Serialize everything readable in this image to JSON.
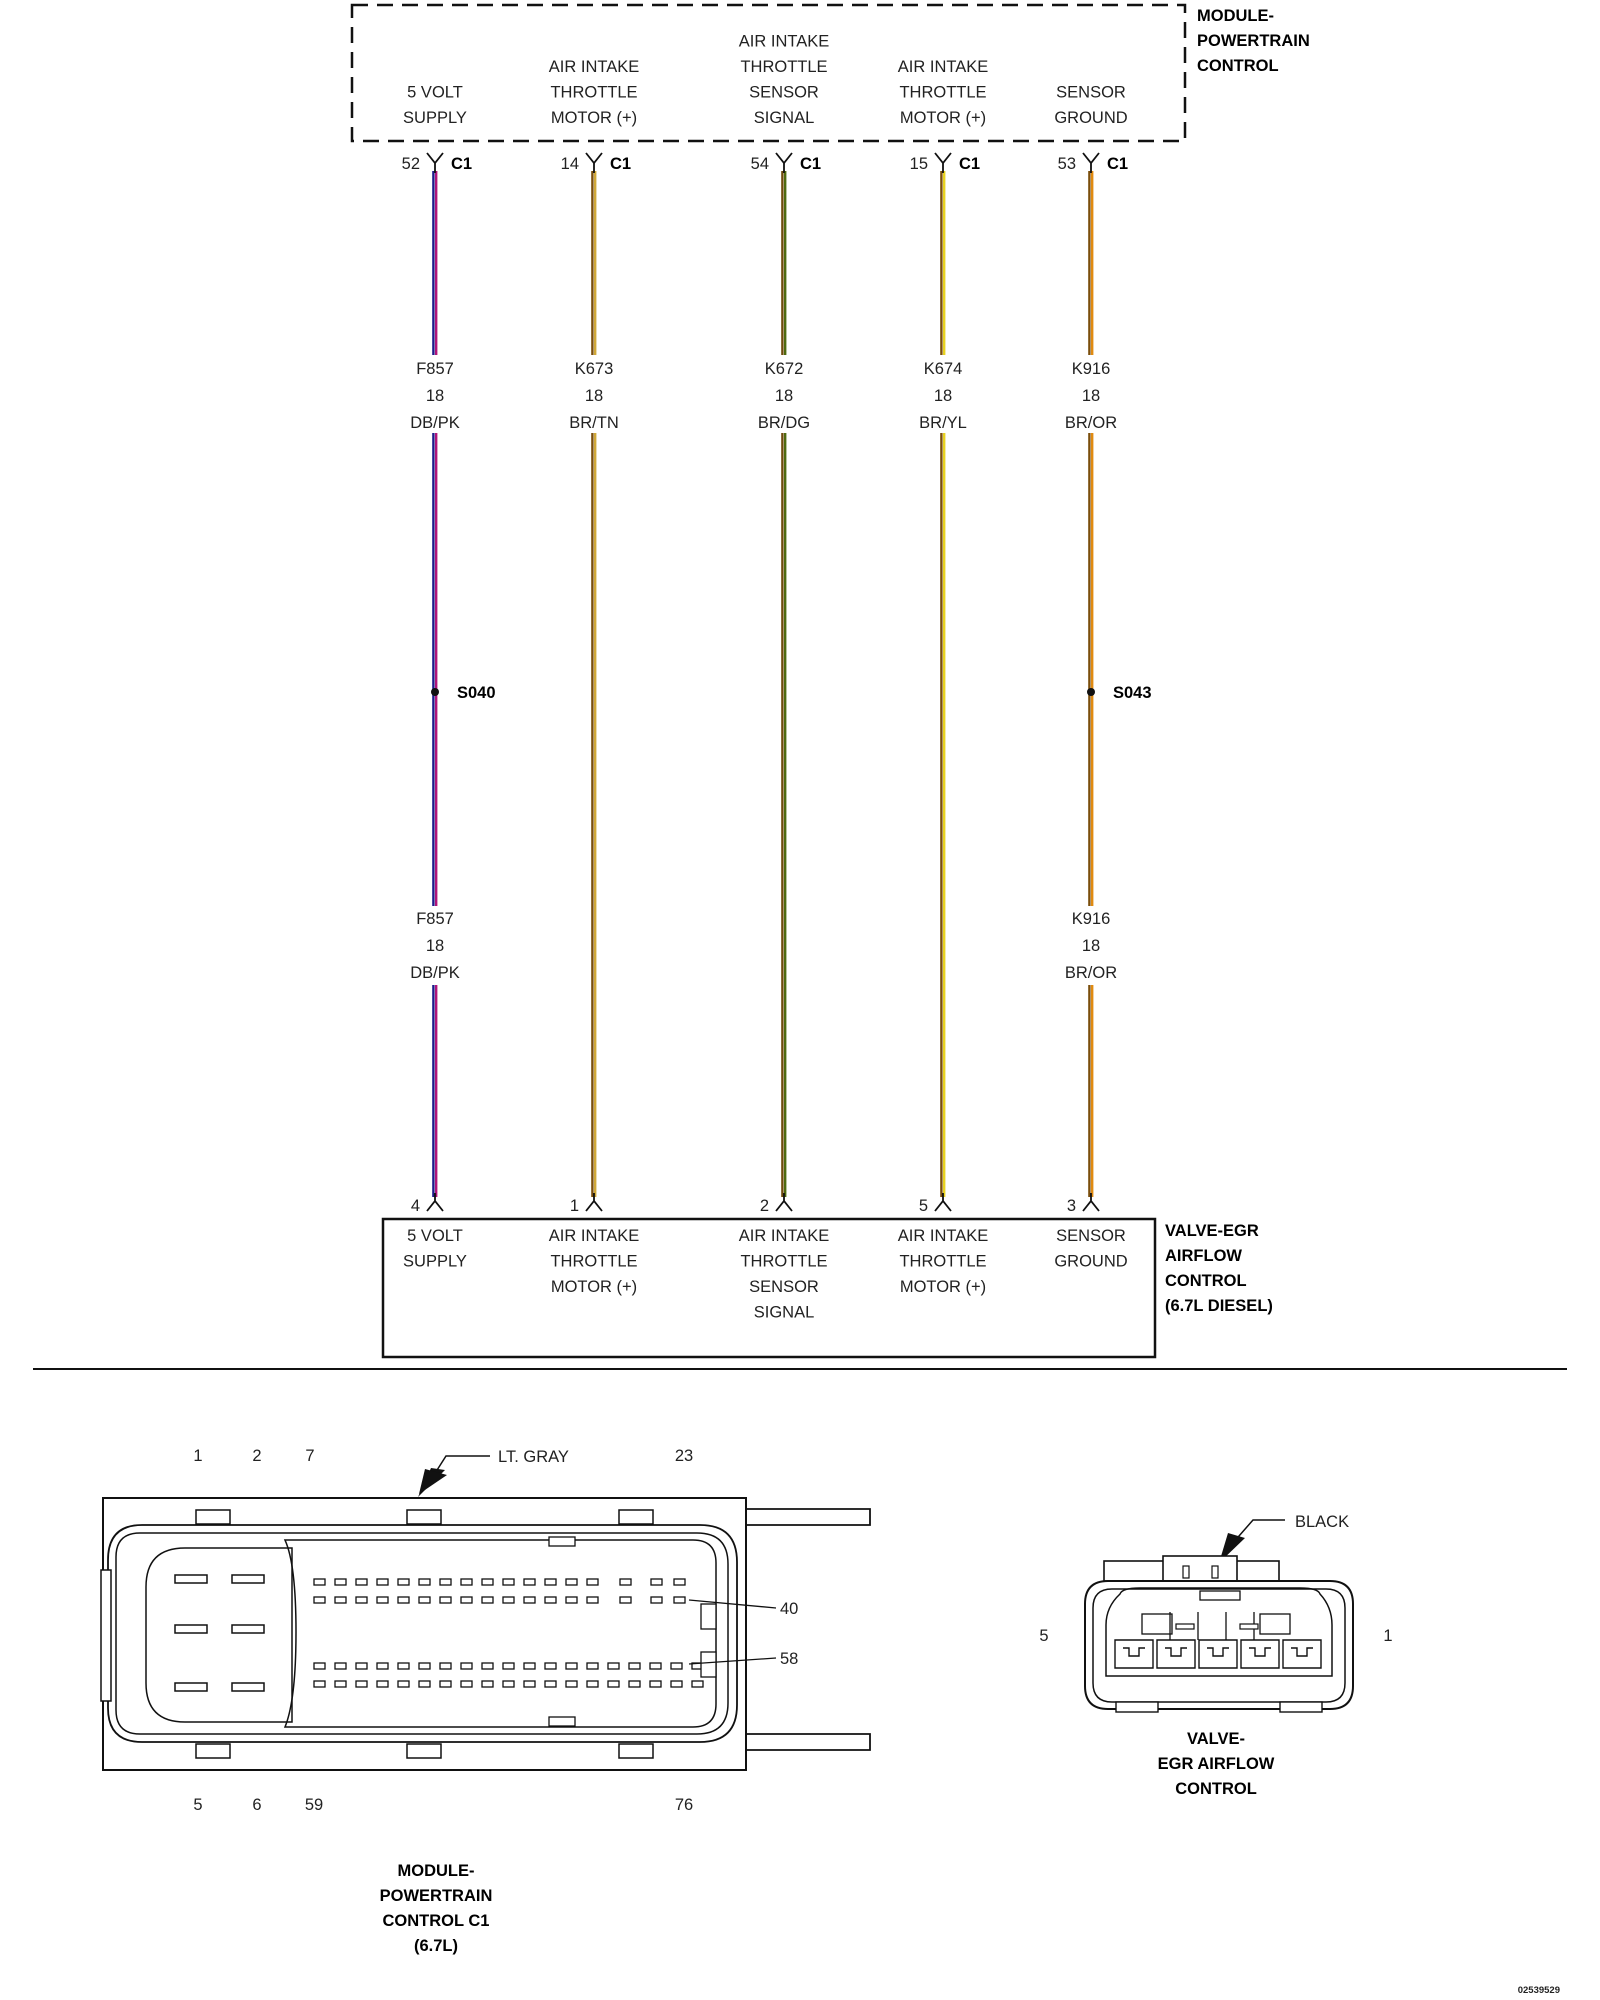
{
  "top_module": {
    "label_lines": [
      "MODULE-",
      "POWERTRAIN",
      "CONTROL"
    ],
    "connector_id": "C1"
  },
  "bottom_module": {
    "label_lines": [
      "VALVE-EGR",
      "AIRFLOW",
      "CONTROL",
      "(6.7L DIESEL)"
    ]
  },
  "circuits": [
    {
      "function_lines": [
        "5 VOLT",
        "SUPPLY"
      ],
      "pcm_pin": "52",
      "upper_wire": [
        "F857",
        "18",
        "DB/PK"
      ],
      "splice": "S040",
      "lower_wire": [
        "F857",
        "18",
        "DB/PK"
      ],
      "valve_pin": "4",
      "stripe_colors": [
        "#1d1b8a",
        "#b0147a"
      ]
    },
    {
      "function_lines": [
        "AIR INTAKE",
        "THROTTLE",
        "MOTOR (+)"
      ],
      "pcm_pin": "14",
      "upper_wire": [
        "K673",
        "18",
        "BR/TN"
      ],
      "splice": "",
      "lower_wire": [],
      "valve_pin": "1",
      "stripe_colors": [
        "#7a4e0c",
        "#d0a838"
      ]
    },
    {
      "function_lines": [
        "AIR INTAKE",
        "THROTTLE",
        "SENSOR",
        "SIGNAL"
      ],
      "pcm_pin": "54",
      "upper_wire": [
        "K672",
        "18",
        "BR/DG"
      ],
      "splice": "",
      "lower_wire": [],
      "valve_pin": "2",
      "stripe_colors": [
        "#6e4a0c",
        "#4f6a10"
      ]
    },
    {
      "function_lines": [
        "AIR INTAKE",
        "THROTTLE",
        "MOTOR (+)"
      ],
      "pcm_pin": "15",
      "upper_wire": [
        "K674",
        "18",
        "BR/YL"
      ],
      "splice": "",
      "lower_wire": [],
      "valve_pin": "5",
      "stripe_colors": [
        "#7a4e0c",
        "#e8d220"
      ]
    },
    {
      "function_lines": [
        "SENSOR",
        "GROUND"
      ],
      "pcm_pin": "53",
      "upper_wire": [
        "K916",
        "18",
        "BR/OR"
      ],
      "splice": "S043",
      "lower_wire": [
        "K916",
        "18",
        "BR/OR"
      ],
      "valve_pin": "3",
      "stripe_colors": [
        "#7a4e0c",
        "#e08a10"
      ]
    }
  ],
  "pcm_connector_view": {
    "color_label": "LT. GRAY",
    "top_pin_numbers": [
      "1",
      "2",
      "7",
      "23"
    ],
    "bottom_pin_numbers": [
      "5",
      "6",
      "59",
      "76"
    ],
    "callout_pins": [
      "40",
      "58"
    ],
    "label_lines": [
      "MODULE-",
      "POWERTRAIN",
      "CONTROL C1",
      "(6.7L)"
    ]
  },
  "valve_connector_view": {
    "color_label": "BLACK",
    "left_pin": "5",
    "right_pin": "1",
    "label_lines": [
      "VALVE-",
      "EGR AIRFLOW",
      "CONTROL"
    ]
  },
  "figure_id": "02539529"
}
